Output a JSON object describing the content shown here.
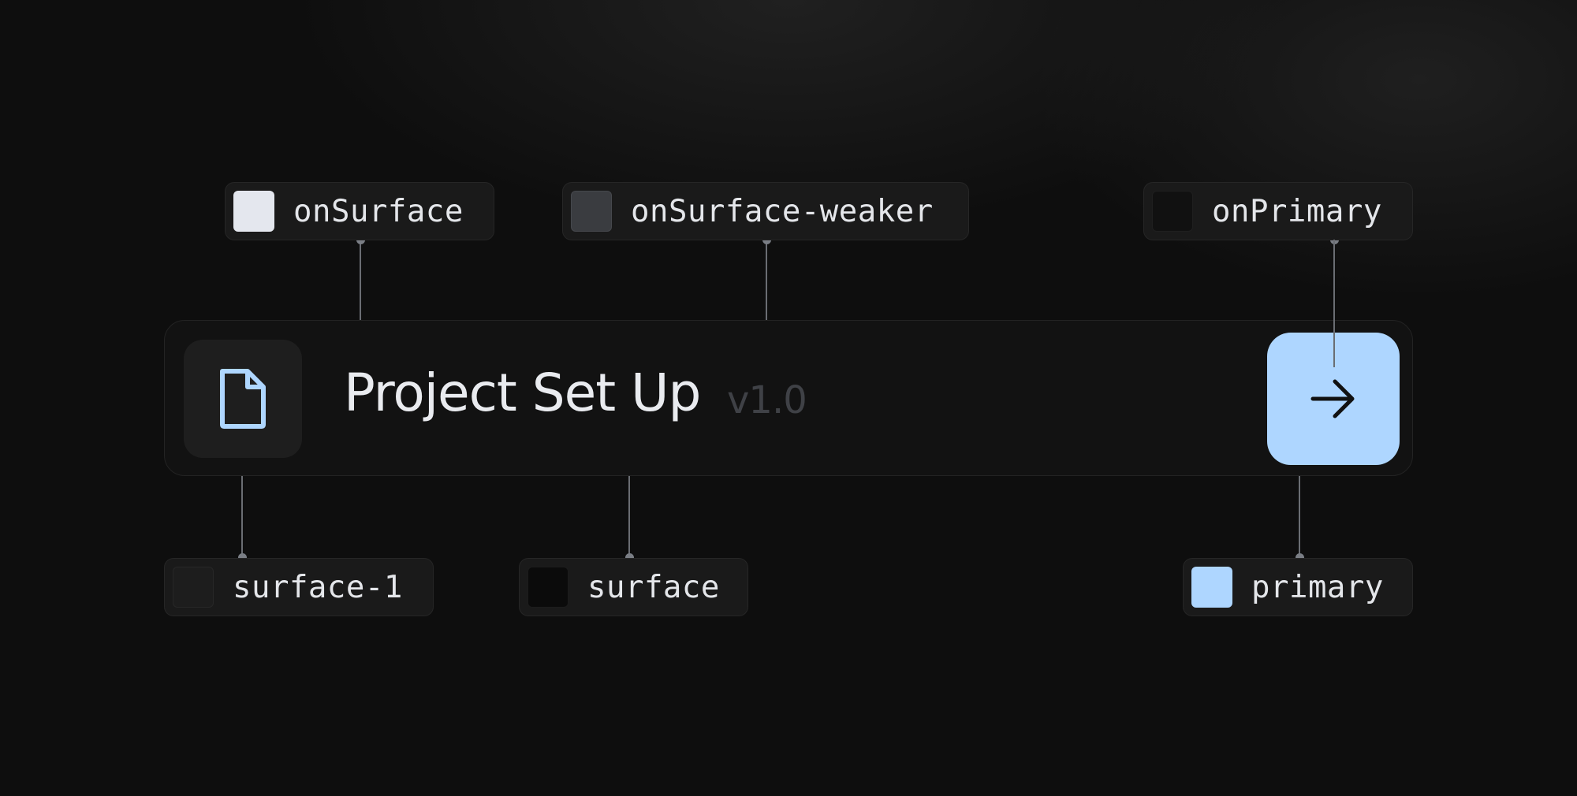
{
  "card": {
    "title": "Project Set Up",
    "version": "v1.0",
    "icon": "document-icon",
    "button_icon": "arrow-right-icon"
  },
  "tokens": {
    "onSurface": {
      "label": "onSurface",
      "color": "#e4e7ee"
    },
    "onSurface_weaker": {
      "label": "onSurface-weaker",
      "color": "#3a3c40"
    },
    "onPrimary": {
      "label": "onPrimary",
      "color": "#111111"
    },
    "surface_1": {
      "label": "surface-1",
      "color": "#1d1d1d"
    },
    "surface": {
      "label": "surface",
      "color": "#0b0b0b"
    },
    "primary": {
      "label": "primary",
      "color": "#aed6ff"
    }
  }
}
